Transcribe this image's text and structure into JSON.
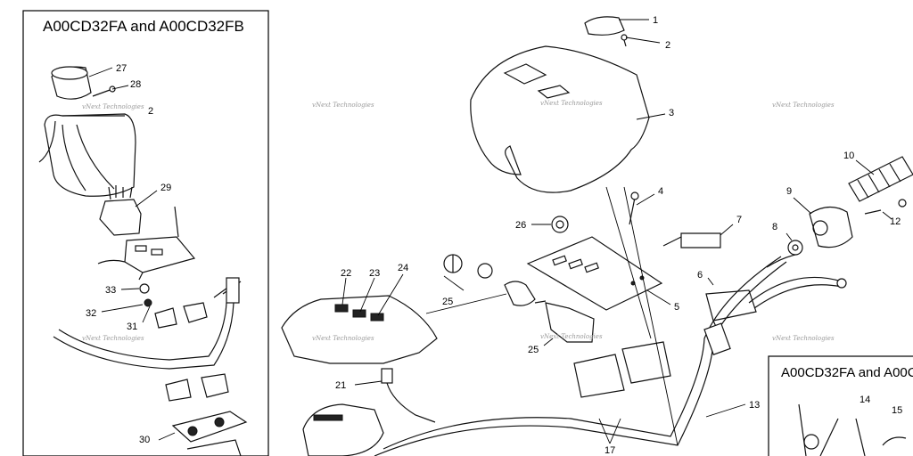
{
  "insets": {
    "left_title": "A00CD32FA and A00CD32FB",
    "right_title": "A00CD32FA and A00CD"
  },
  "watermark": "vNext Technologies",
  "callouts": {
    "c1": "1",
    "c2": "2",
    "c3": "3",
    "c4": "4",
    "c5": "5",
    "c6": "6",
    "c7": "7",
    "c8": "8",
    "c9": "9",
    "c10": "10",
    "c12": "12",
    "c13": "13",
    "c14": "14",
    "c15": "15",
    "c17": "17",
    "c21": "21",
    "c22": "22",
    "c23": "23",
    "c24": "24",
    "c25a": "25",
    "c25b": "25",
    "c26": "26",
    "c27": "27",
    "c28": "28",
    "c2b": "2",
    "c29": "29",
    "c30": "30",
    "c31": "31",
    "c32": "32",
    "c33": "33"
  },
  "colors": {
    "line": "#111111",
    "watermark": "#9a9a9a",
    "background": "#ffffff"
  }
}
